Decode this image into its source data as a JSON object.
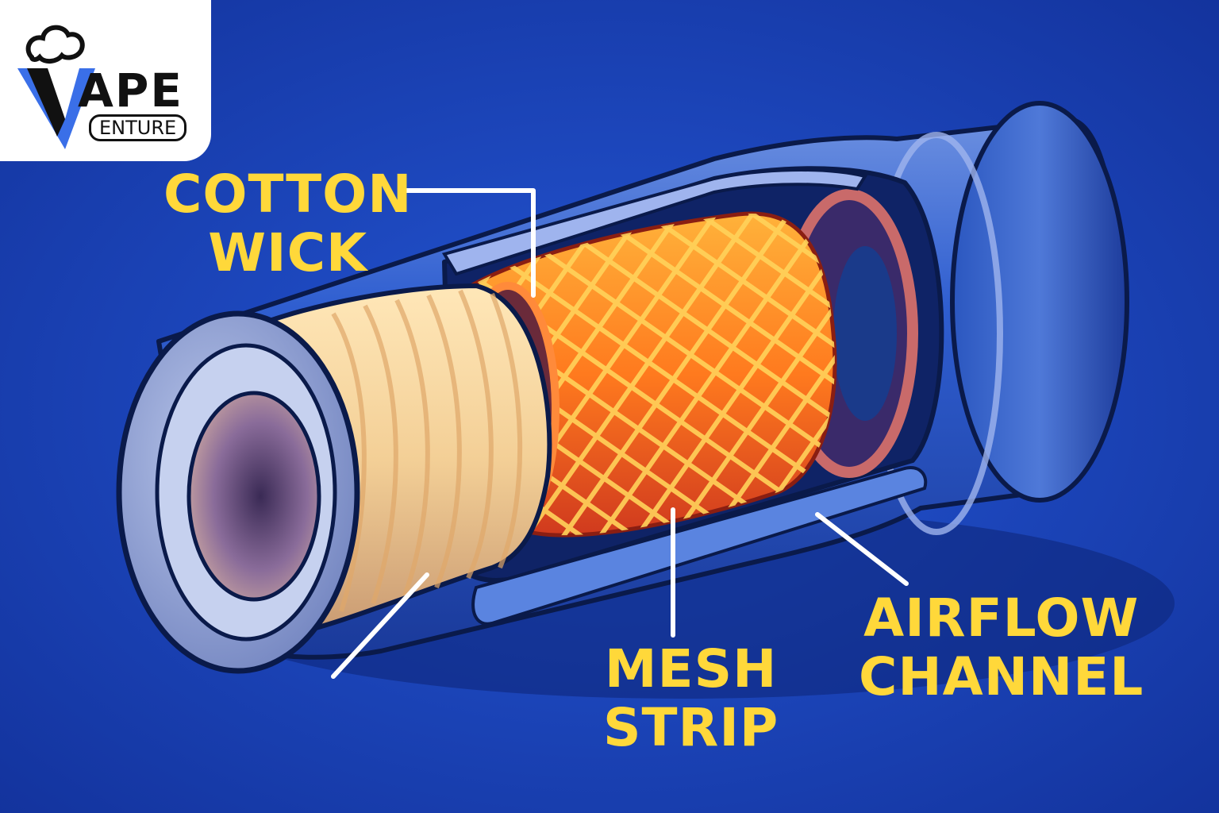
{
  "colors": {
    "background": "#1b44b8",
    "label": "#ffd83a",
    "cotton": "#f3cf96",
    "mesh": "#ff7a1e",
    "tube": "#3560c8",
    "outline": "#0a1a4a"
  },
  "logo": {
    "name": "VAPE VENTURE",
    "wordmark_top": "APE",
    "wordmark_bottom": "ENTURE",
    "icon": "cloud-icon"
  },
  "labels": {
    "cotton_wick": {
      "line1": "COTTON",
      "line2": "WICK"
    },
    "mesh_strip": {
      "line1": "MESH",
      "line2": "STRIP"
    },
    "airflow_channel": {
      "line1": "AIRFLOW",
      "line2": "CHANNEL"
    }
  }
}
